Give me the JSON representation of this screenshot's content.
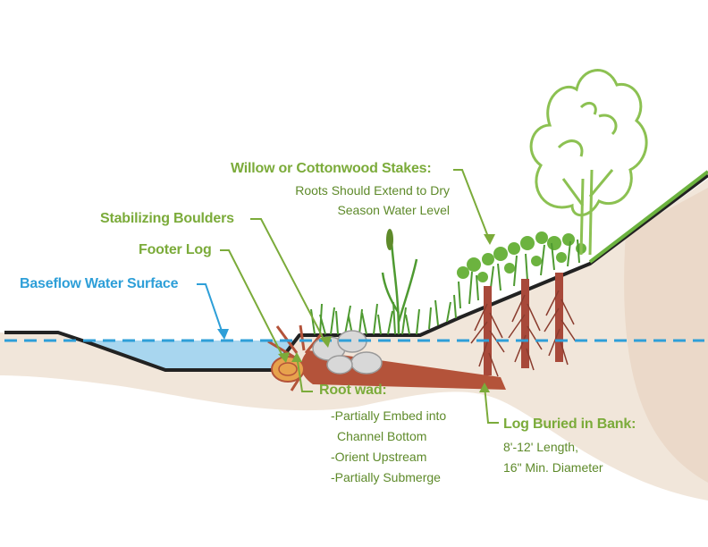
{
  "colors": {
    "label_green": "#7bab3a",
    "label_green_dark": "#5e8a2a",
    "water_blue": "#2e9fd8",
    "water_fill": "#a8d6ef",
    "soil": "#f1e6da",
    "soil_deep": "#e8d5c2",
    "bank_line": "#222222",
    "grass": "#5aa33a",
    "wood": "#b4533a"
  },
  "labels": {
    "willow": {
      "title": "Willow or Cottonwood Stakes:",
      "lines": [
        "Roots Should Extend to Dry",
        "Season Water Level"
      ]
    },
    "boulders": {
      "title": "Stabilizing Boulders"
    },
    "footer_log": {
      "title": "Footer Log"
    },
    "baseflow": {
      "title": "Baseflow Water Surface"
    },
    "root_wad": {
      "title": "Root wad:",
      "lines": [
        "-Partially Embed into",
        "Channel Bottom",
        "-Orient Upstream",
        "-Partially Submerge"
      ]
    },
    "log_buried": {
      "title": "Log Buried in Bank:",
      "lines": [
        "8'-12' Length,",
        "16\" Min. Diameter"
      ]
    }
  }
}
